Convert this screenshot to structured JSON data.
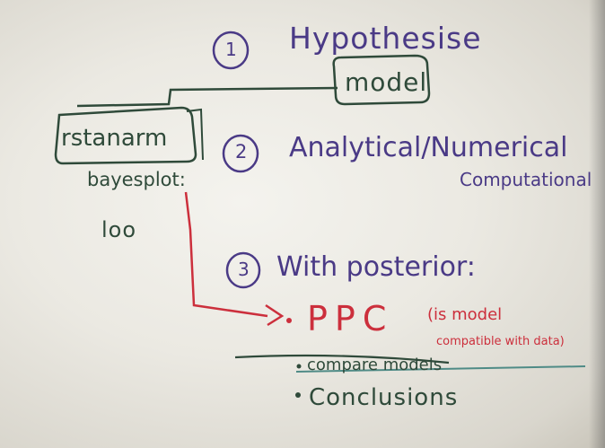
{
  "whiteboard": {
    "step1": {
      "number": "1",
      "text": "Hypothesise",
      "box_label": "model"
    },
    "step2": {
      "number": "2",
      "text": "Analytical/Numerical",
      "subtext": "Computational"
    },
    "step3": {
      "number": "3",
      "text": "With posterior:",
      "ppc": "PPC",
      "note_line1": "(is model",
      "note_line2": "compatible with data)"
    },
    "tools": {
      "package": "rstanarm",
      "plot": "bayesplot:",
      "loo": "loo"
    },
    "bullets": [
      "compare models",
      "Conclusions"
    ],
    "colors": {
      "purple_ink": "#4a3a86",
      "green_ink": "#2f4a3a",
      "red_ink": "#cc2f3c"
    }
  }
}
